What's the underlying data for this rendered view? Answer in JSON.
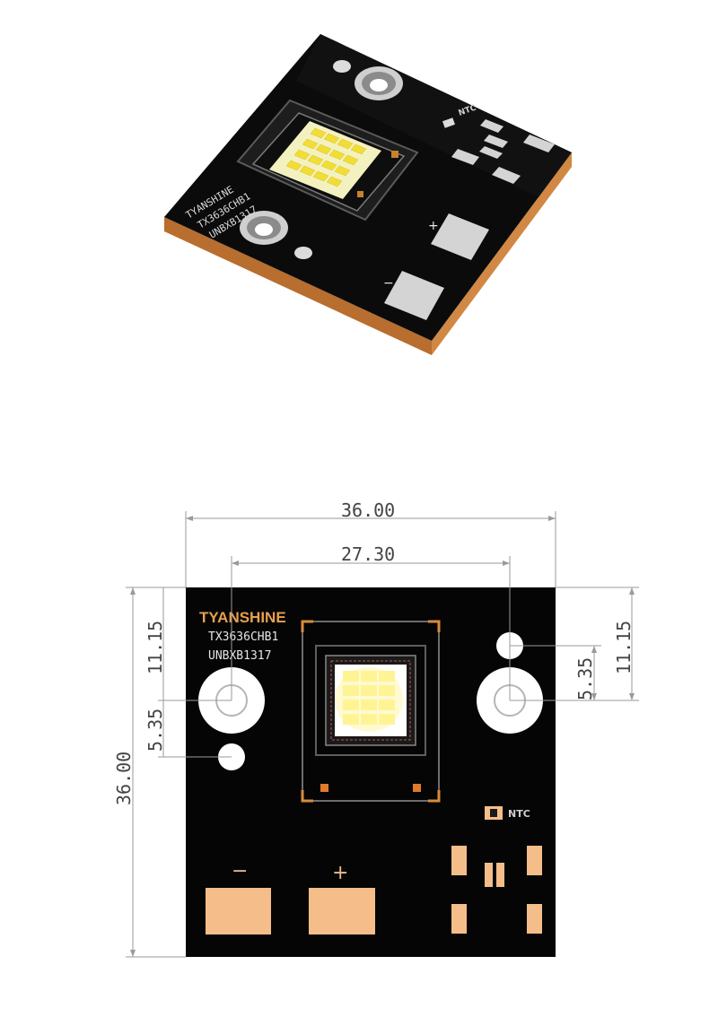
{
  "product": {
    "brand": "TYANSHINE",
    "model": "TX3636CHB1",
    "lot": "UNBXB1317",
    "ntc_label": "NTC",
    "minus_label": "−",
    "plus_label": "+"
  },
  "dimensions": {
    "overall_width": "36.00",
    "hole_spacing": "27.30",
    "overall_height": "36.00",
    "left_top_offset": "11.15",
    "left_hole_offset": "5.35",
    "right_top_offset": "11.15",
    "right_hole_offset": "5.35"
  },
  "colors": {
    "board": "#050505",
    "copper": "#f5bd8a",
    "edge_copper": "#c57a3a",
    "led_yellow": "#fff59a",
    "dimension_line": "#9a9a9a"
  }
}
